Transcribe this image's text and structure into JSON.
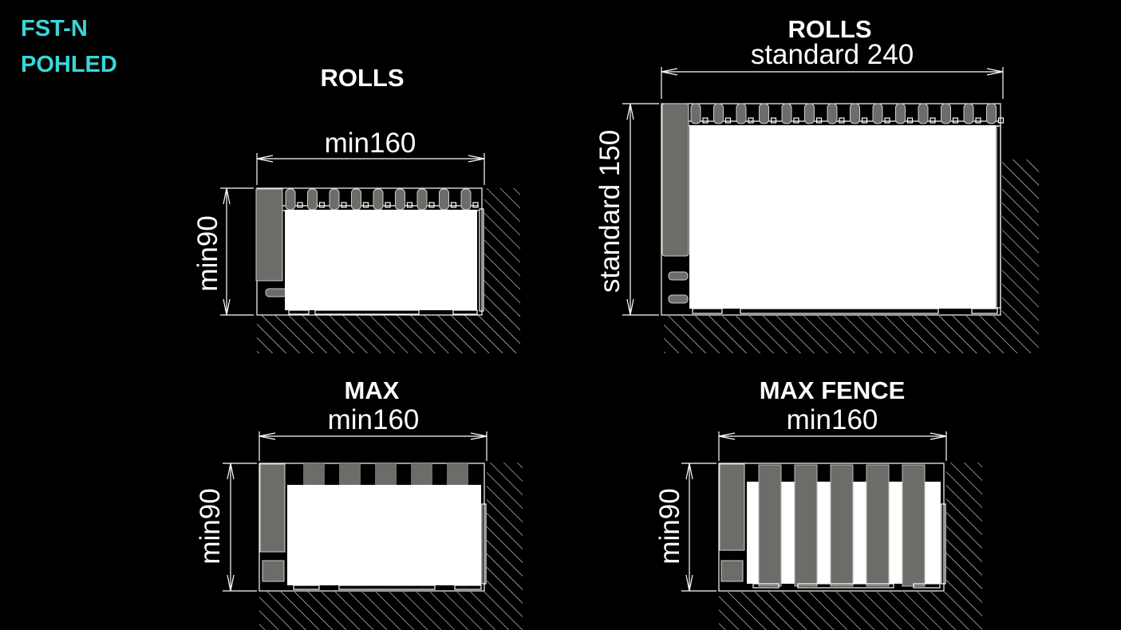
{
  "header": {
    "line1": "FST-N",
    "line2": "POHLED"
  },
  "views": [
    {
      "id": "rolls-small",
      "title": "ROLLS",
      "width_label": "min160",
      "height_label": "min90",
      "slat_style": "rolls"
    },
    {
      "id": "rolls-standard",
      "title": "ROLLS",
      "width_label": "standard 240",
      "height_label": "standard 150",
      "slat_style": "rolls"
    },
    {
      "id": "max",
      "title": "MAX",
      "width_label": "min160",
      "height_label": "min90",
      "slat_style": "max"
    },
    {
      "id": "max-fence",
      "title": "MAX FENCE",
      "width_label": "min160",
      "height_label": "min90",
      "slat_style": "fence"
    }
  ],
  "colors": {
    "background": "#000000",
    "header_text": "#3ad6d6",
    "drawing_lines": "#ffffff",
    "component_fill": "#6c6c68"
  }
}
